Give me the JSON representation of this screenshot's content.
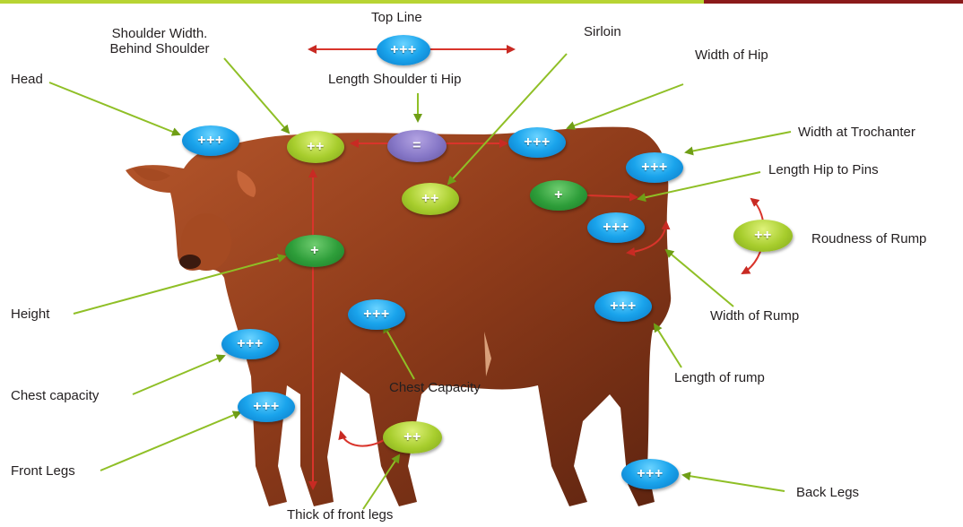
{
  "colors": {
    "blue_badge": "#1aa4ec",
    "light_green_badge": "#a7cd2d",
    "dark_green_badge": "#2e9e3a",
    "purple_badge": "#8677c7",
    "pointer_green": "#8fbf26",
    "pointer_red": "#d9342b",
    "cow_body": "#8e3b1a"
  },
  "labels": {
    "top_line": "Top Line",
    "shoulder_width": "Shoulder Width.",
    "behind_shoulder": "Behind Shoulder",
    "length_shoulder_hip": "Length Shoulder ti Hip",
    "sirloin": "Sirloin",
    "width_of_hip": "Width of Hip",
    "head": "Head",
    "width_at_trochanter": "Width at Trochanter",
    "length_hip_to_pins": "Length Hip to Pins",
    "roudness_of_rump": "Roudness of Rump",
    "height": "Height",
    "width_of_rump": "Width of Rump",
    "chest_capacity_left": "Chest capacity",
    "chest_capacity": "Chest Capacity",
    "length_of_rump": "Length of rump",
    "front_legs": "Front Legs",
    "back_legs": "Back Legs",
    "thick_of_front_legs": "Thick of front legs"
  },
  "ratings": {
    "top_line": "+++",
    "shoulder_width": "++",
    "length_shoulder_hip": "=",
    "sirloin_hip": "+++",
    "head": "+++",
    "sirloin": "++",
    "length_hip_pins": "+",
    "width_trochanter": "+++",
    "width_rump": "+++",
    "roudness_rump": "++",
    "height": "+",
    "chest_capacity_left": "+++",
    "chest_capacity": "+++",
    "length_rump": "+++",
    "front_legs": "+++",
    "thick_front_legs": "++",
    "back_legs": "+++"
  }
}
